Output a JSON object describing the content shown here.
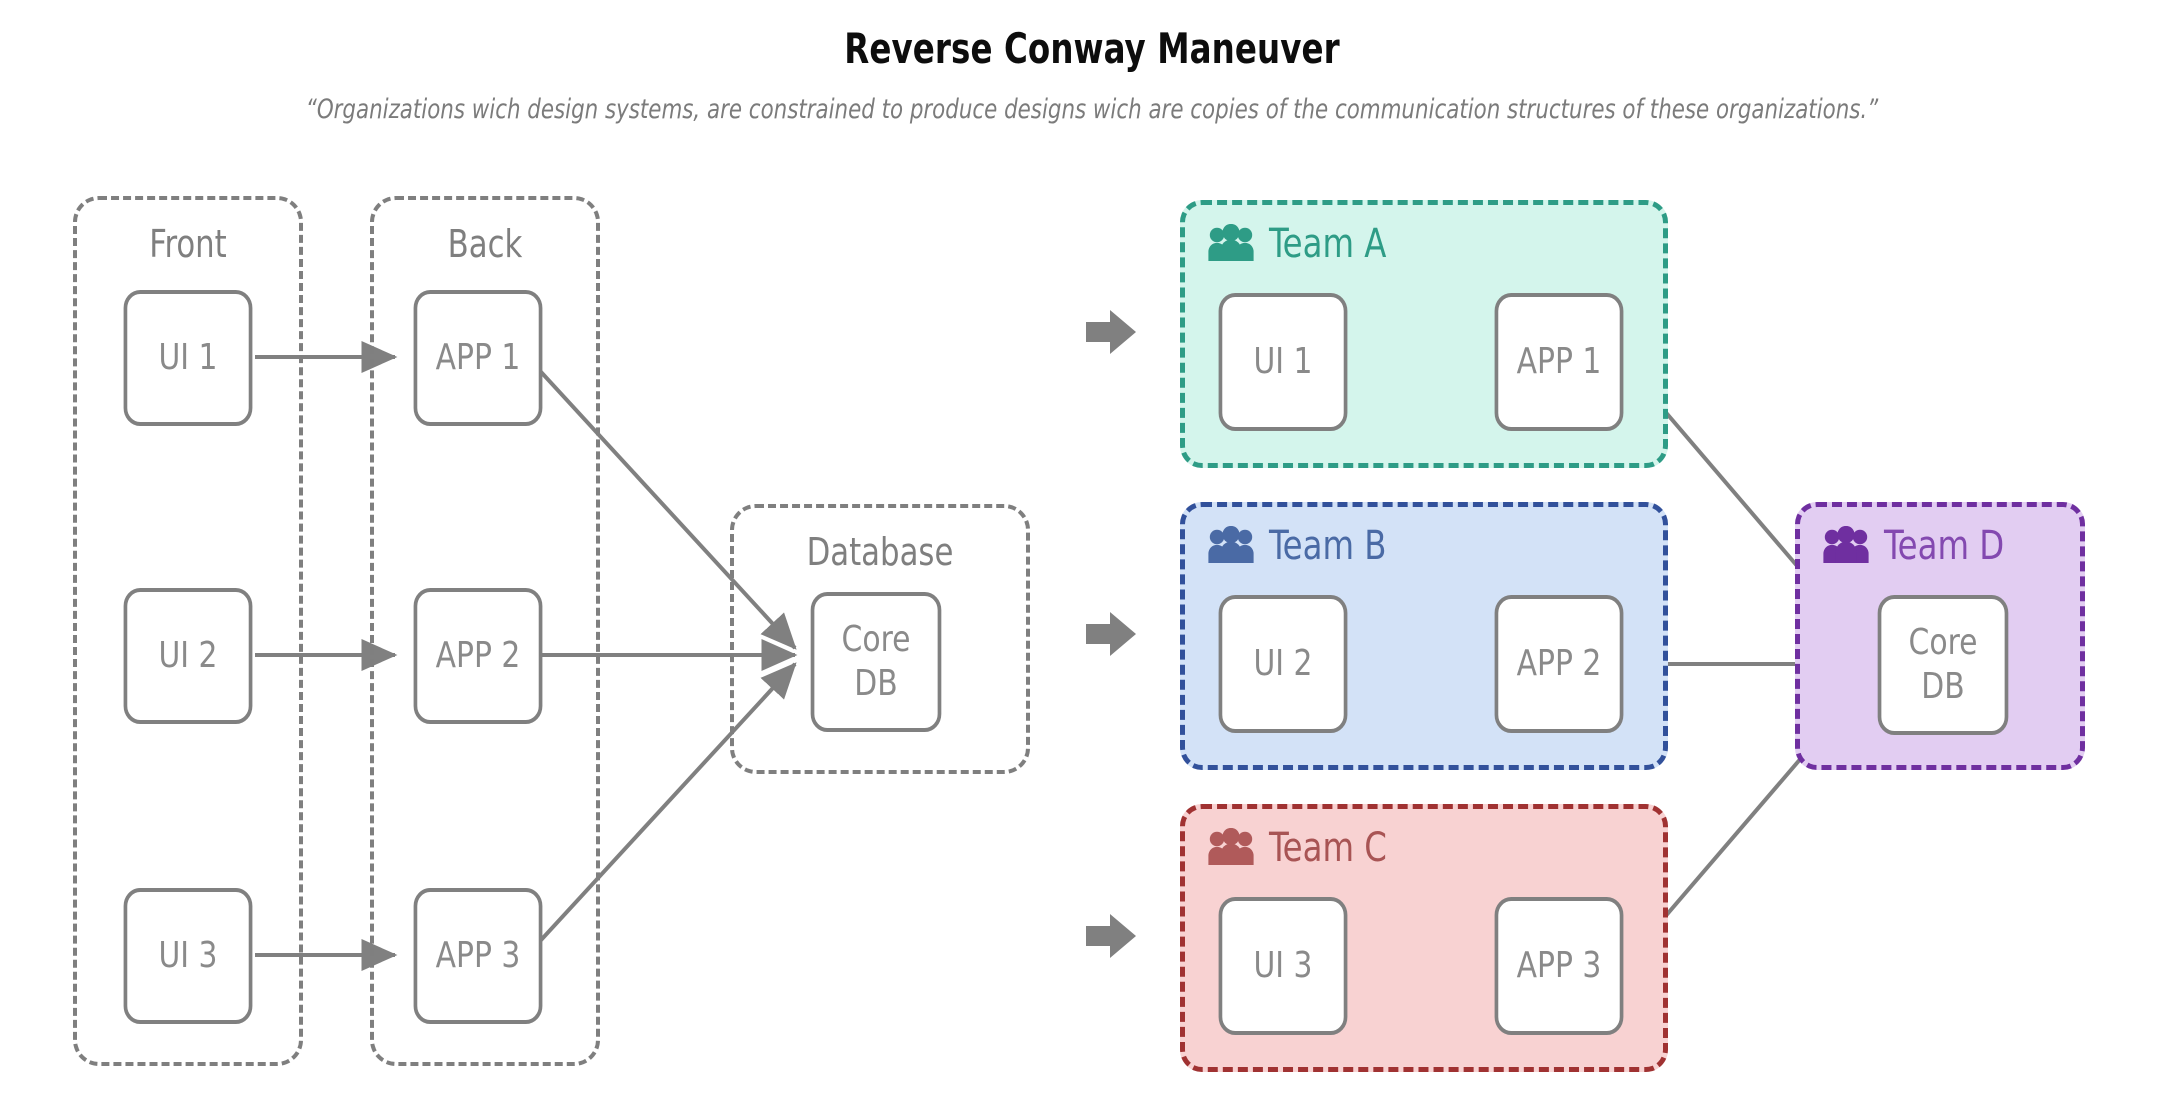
{
  "header": {
    "title": "Reverse Conway Maneuver",
    "subtitle": "“Organizations wich design systems, are constrained to produce designs wich are copies of the communication structures of these organizations.”"
  },
  "colors": {
    "node_border": "#808080",
    "node_text": "#8a8a8a",
    "group_border": "#7f7f7f",
    "group_label": "#7f7f7f",
    "arrow": "#808080",
    "block_arrow": "#808080",
    "team_a_fill": "#d4f5ec",
    "team_a_accent": "#2e9c86",
    "team_b_fill": "#d3e2f7",
    "team_b_accent": "#32519b",
    "team_c_fill": "#f8d2d2",
    "team_c_accent": "#a03232",
    "team_d_fill": "#e2cdf2",
    "team_d_accent": "#6f2fa0"
  },
  "left_diagram": {
    "name": "current-architecture",
    "groups": [
      {
        "id": "front",
        "label": "Front"
      },
      {
        "id": "back",
        "label": "Back"
      },
      {
        "id": "database",
        "label": "Database"
      }
    ],
    "nodes": [
      {
        "id": "ui1",
        "label": "UI 1"
      },
      {
        "id": "ui2",
        "label": "UI 2"
      },
      {
        "id": "ui3",
        "label": "UI 3"
      },
      {
        "id": "app1",
        "label": "APP 1"
      },
      {
        "id": "app2",
        "label": "APP 2"
      },
      {
        "id": "app3",
        "label": "APP 3"
      },
      {
        "id": "coredb",
        "line1": "Core",
        "line2": "DB"
      }
    ],
    "edges": [
      {
        "from": "ui1",
        "to": "app1"
      },
      {
        "from": "ui2",
        "to": "app2"
      },
      {
        "from": "ui3",
        "to": "app3"
      },
      {
        "from": "app1",
        "to": "coredb"
      },
      {
        "from": "app2",
        "to": "coredb"
      },
      {
        "from": "app3",
        "to": "coredb"
      }
    ]
  },
  "transition_arrows": [
    {
      "id": "arrow-to-team-a",
      "icon": "block-arrow-right-icon"
    },
    {
      "id": "arrow-to-team-b",
      "icon": "block-arrow-right-icon"
    },
    {
      "id": "arrow-to-team-c",
      "icon": "block-arrow-right-icon"
    }
  ],
  "right_diagram": {
    "name": "team-aligned-architecture",
    "teams": [
      {
        "id": "team-a",
        "label": "Team A",
        "icon": "people-group-icon",
        "fill": "#d4f5ec",
        "accent": "#2e9c86",
        "nodes": [
          {
            "id": "a-ui1",
            "label": "UI 1"
          },
          {
            "id": "a-app1",
            "label": "APP 1"
          }
        ]
      },
      {
        "id": "team-b",
        "label": "Team B",
        "icon": "people-group-icon",
        "fill": "#d3e2f7",
        "accent": "#32519b",
        "nodes": [
          {
            "id": "b-ui2",
            "label": "UI 2"
          },
          {
            "id": "b-app2",
            "label": "APP 2"
          }
        ]
      },
      {
        "id": "team-c",
        "label": "Team C",
        "icon": "people-group-icon",
        "fill": "#f8d2d2",
        "accent": "#a03232",
        "nodes": [
          {
            "id": "c-ui3",
            "label": "UI 3"
          },
          {
            "id": "c-app3",
            "label": "APP 3"
          }
        ]
      },
      {
        "id": "team-d",
        "label": "Team D",
        "icon": "people-group-icon",
        "fill": "#e2cdf2",
        "accent": "#6f2fa0",
        "nodes": [
          {
            "id": "d-coredb",
            "line1": "Core",
            "line2": "DB"
          }
        ]
      }
    ],
    "edges": [
      {
        "from": "a-ui1",
        "to": "a-app1"
      },
      {
        "from": "b-ui2",
        "to": "b-app2"
      },
      {
        "from": "c-ui3",
        "to": "c-app3"
      },
      {
        "from": "a-app1",
        "to": "d-coredb"
      },
      {
        "from": "b-app2",
        "to": "d-coredb"
      },
      {
        "from": "c-app3",
        "to": "d-coredb"
      }
    ]
  }
}
